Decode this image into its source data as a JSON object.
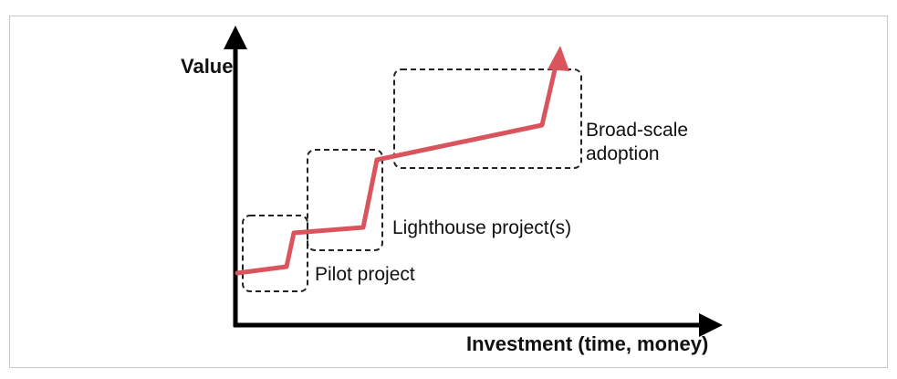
{
  "axes": {
    "y_label": "Value",
    "x_label": "Investment (time, money)"
  },
  "stages": [
    {
      "label": "Pilot project"
    },
    {
      "label": "Lighthouse project(s)"
    },
    {
      "label_line1": "Broad-scale",
      "label_line2": "adoption"
    }
  ],
  "colors": {
    "growth_line": "#d9545c",
    "axis": "#000000",
    "frame": "#c8c8c8",
    "box_stroke": "#222222"
  }
}
